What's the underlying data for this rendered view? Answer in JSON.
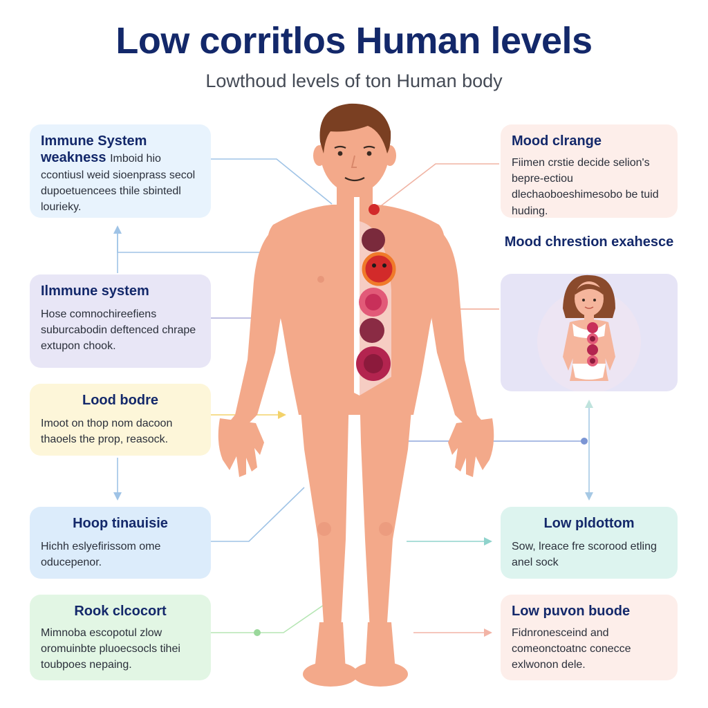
{
  "header": {
    "title": "Low corritlos Human levels",
    "subtitle": "Lowthoud levels of ton Human body"
  },
  "left_boxes": [
    {
      "title": "Immune System weakness",
      "inline": "Imboid hio",
      "body": "ccontiusl weid sioenprass secol dupoetuencees thile sbintedl lourieky."
    },
    {
      "title": "Ilmmune system",
      "body": "Hose comnochireefiens suburcabodin deftenced chrape extupon chook."
    },
    {
      "title": "Lood bodre",
      "body": "Imoot on thop nom dacoon thaoels the prop, reasock."
    },
    {
      "title": "Hoop tinauisie",
      "body": "Hichh eslyefirissom ome oducepenor."
    },
    {
      "title": "Rook clcocort",
      "body": "Mimnoba escopotul zlow oromuinbte pluoecsocls tihei toubpoes nepaing."
    }
  ],
  "right_boxes": [
    {
      "title": "Mood clrange",
      "body": "Fiimen crstie decide selion's bepre-ectiou dlechaoboeshimesobo be tuid huding."
    },
    {
      "title": "Mood chrestion exahesce",
      "body": ""
    },
    {
      "title": "Low pldottom",
      "body": "Sow, lreace fre scorood etling anel sock"
    },
    {
      "title": "Low puvon buode",
      "body": "Fidnronesceind and comeonctoatnc conecce exlwonon dele."
    }
  ],
  "colors": {
    "title": "#13286a",
    "skin": "#f3a98a",
    "skin_shade": "#e8977a",
    "hair": "#7a3f22",
    "organ_dark": "#7a2a3c",
    "organ_red": "#d22a2a",
    "organ_pink": "#c8305a"
  }
}
